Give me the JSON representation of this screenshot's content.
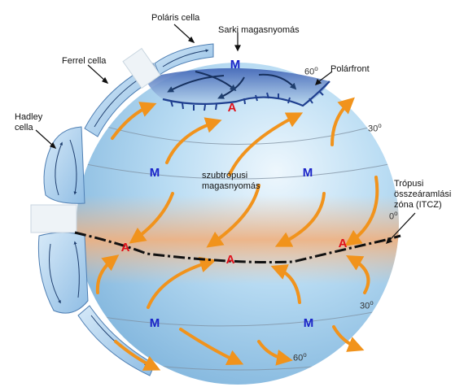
{
  "labels": {
    "polar_cell": "Poláris cella",
    "polar_high": "Sarki magasnyomás",
    "ferrel_cell": "Ferrel cella",
    "polar_front": "Polárfront",
    "hadley_cell_line1": "Hadley",
    "hadley_cell_line2": "cella",
    "subtropical_high_line1": "szubtrópusi",
    "subtropical_high_line2": "magasnyomás",
    "itcz_line1": "Trópusi",
    "itcz_line2": "összeáramlási",
    "itcz_line3": "zóna (ITCZ)"
  },
  "latitudes": {
    "lat_60_north": "60",
    "lat_30_north": "30",
    "lat_0": "0",
    "lat_30_south": "30",
    "lat_60_south": "60",
    "degree_symbol": "o"
  },
  "pressure_markers": {
    "high": "M",
    "low": "A"
  },
  "colors": {
    "globe": "#9ccbe9",
    "equator_band": "#f0b98c",
    "wind_arrow": "#f1931c",
    "cell_fill": "#a7cdee",
    "cell_border": "#4f7fb3",
    "polar_front": "#1f3f8f",
    "itcz_line": "#111111",
    "high_marker": "#1a23c8",
    "low_marker": "#e0101a"
  }
}
